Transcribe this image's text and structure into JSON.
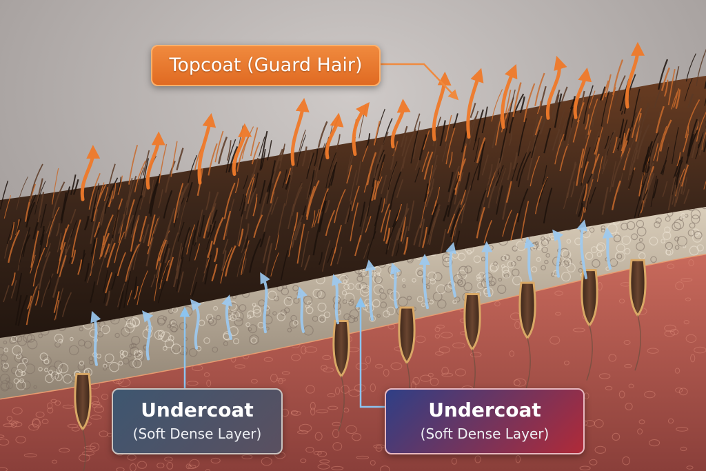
{
  "labels": {
    "topcoat": "Topcoat (Guard Hair)",
    "undercoat_left": {
      "title": "Undercoat",
      "subtitle": "(Soft Dense Layer)"
    },
    "undercoat_right": {
      "title": "Undercoat",
      "subtitle": "(Soft Dense Layer)"
    }
  },
  "colors": {
    "topcoat_arrow": "#f07a2a",
    "undercoat_arrow": "#8cc4f0",
    "skin": "#b5574f",
    "fur_dark": "#3a2a20",
    "undercoat_fur": "#c9bba6",
    "follicle": "#5a3a2a"
  },
  "icons": {
    "warm_arrows": "orange heat arrows rising from topcoat",
    "cool_arrows": "blue airflow arrows through undercoat"
  }
}
